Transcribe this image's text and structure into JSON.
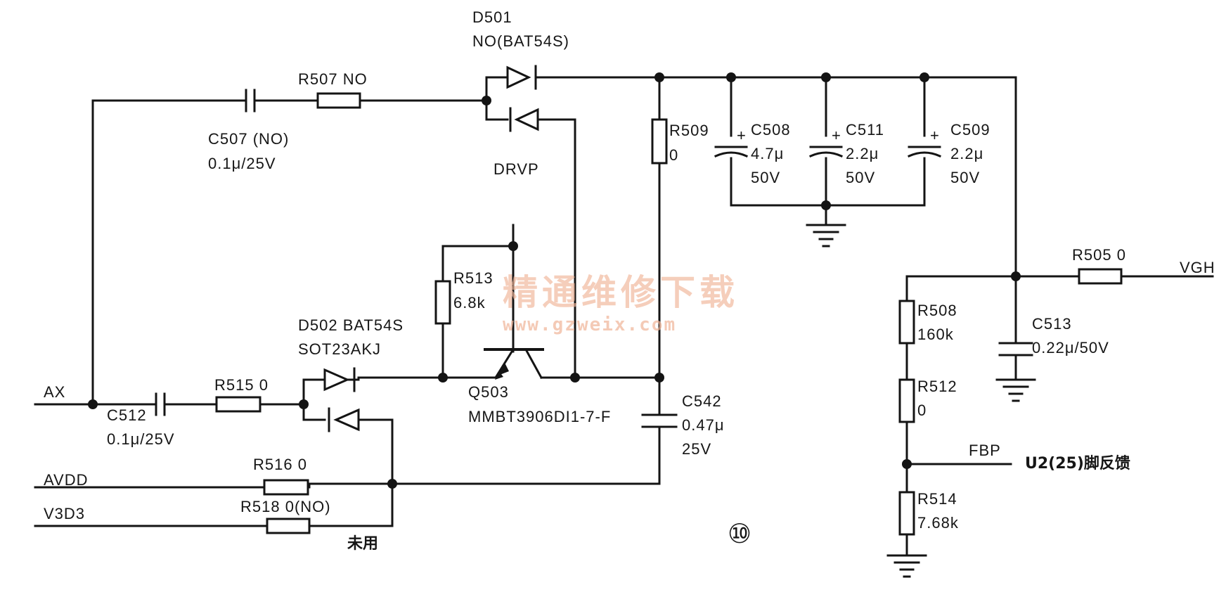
{
  "nets": {
    "ax": "AX",
    "avdd": "AVDD",
    "v3d3": "V3D3",
    "vgh": "VGH",
    "drvp": "DRVP",
    "fbp": "FBP"
  },
  "components": {
    "d501": {
      "ref": "D501",
      "value": "NO(BAT54S)"
    },
    "d502": {
      "ref": "D502 BAT54S",
      "value": "SOT23AKJ"
    },
    "q503": {
      "ref": "Q503",
      "value": "MMBT3906DI1-7-F"
    },
    "r507": {
      "label": "R507 NO"
    },
    "c507": {
      "ref": "C507 (NO)",
      "value": "0.1μ/25V"
    },
    "r509": {
      "ref": "R509",
      "value": "0"
    },
    "c508": {
      "ref": "C508",
      "value": "4.7μ",
      "voltage": "50V"
    },
    "c511": {
      "ref": "C511",
      "value": "2.2μ",
      "voltage": "50V"
    },
    "c509": {
      "ref": "C509",
      "value": "2.2μ",
      "voltage": "50V"
    },
    "r513": {
      "ref": "R513",
      "value": "6.8k"
    },
    "r505": {
      "label": "R505 0"
    },
    "r508": {
      "ref": "R508",
      "value": "160k"
    },
    "c513": {
      "ref": "C513",
      "value": "0.22μ/50V"
    },
    "r512": {
      "ref": "R512",
      "value": "0"
    },
    "r514": {
      "ref": "R514",
      "value": "7.68k"
    },
    "r515": {
      "label": "R515 0"
    },
    "c512": {
      "ref": "C512",
      "value": "0.1μ/25V"
    },
    "c542": {
      "ref": "C542",
      "value": "0.47μ",
      "voltage": "25V"
    },
    "r516": {
      "label": "R516 0"
    },
    "r518": {
      "label": "R518 0(NO)"
    }
  },
  "notes": {
    "unused": "未用",
    "feedback": "U2(25)脚反馈",
    "figure_number": "⑩"
  },
  "watermark": {
    "title": "精通维修下载",
    "url": "www.gzweix.com"
  },
  "colors": {
    "ink": "#141414",
    "paper": "#ffffff",
    "watermark": "#f0b498"
  }
}
